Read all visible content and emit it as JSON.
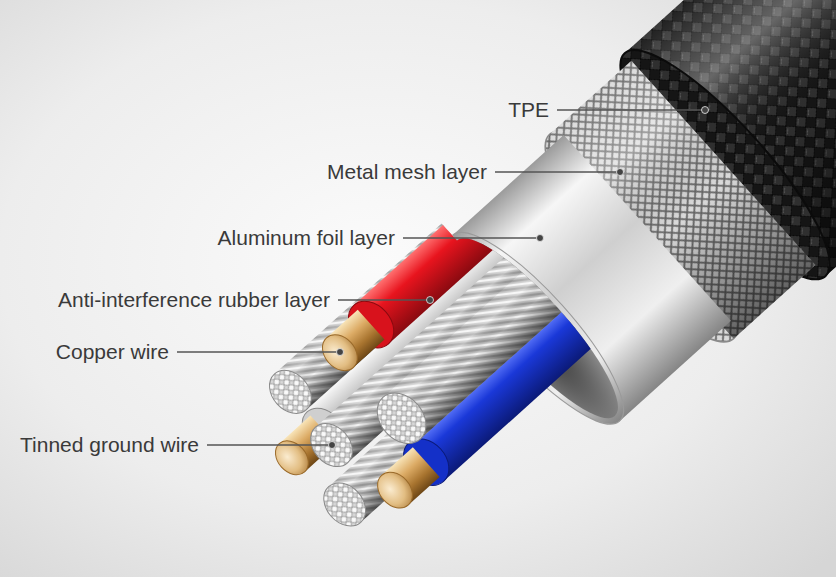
{
  "diagram": {
    "labels": [
      "TPE",
      "Metal mesh layer",
      "Aluminum foil layer",
      "Anti-interference rubber layer",
      "Copper wire",
      "Tinned ground wire"
    ]
  }
}
